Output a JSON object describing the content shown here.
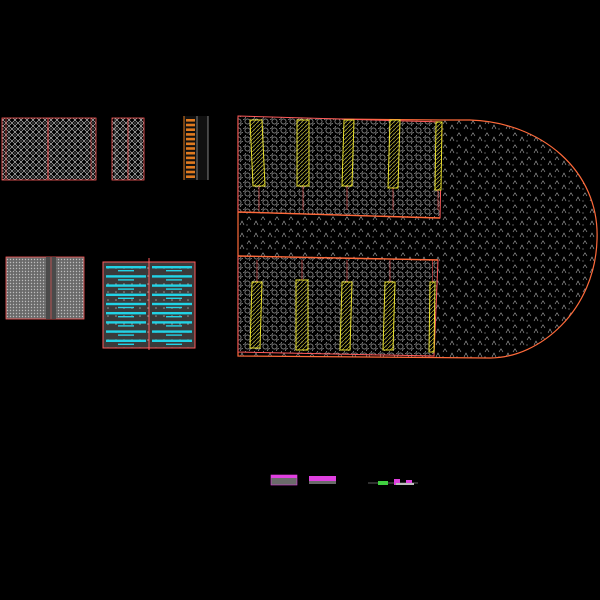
{
  "canvas": {
    "background": "#000000"
  },
  "colors": {
    "outline_red": "#ff5a5a",
    "outline_orange": "#ff6a3a",
    "hatch_white": "#d8d8d8",
    "hatch_gray": "#9a9a9a",
    "cyan": "#22d3e6",
    "yellow": "#e8e030",
    "orange": "#e07a20",
    "magenta": "#e040e0",
    "green": "#40d040"
  },
  "panels": [
    {
      "name": "detail-panel-dense-hatch",
      "pattern": "dense"
    },
    {
      "name": "detail-panel-narrow-hatch",
      "pattern": "dense"
    },
    {
      "name": "detail-panel-orange-blocks",
      "pattern": "blocks"
    },
    {
      "name": "detail-panel-gray-hatch",
      "pattern": "gray"
    },
    {
      "name": "detail-panel-cyan-stripes",
      "pattern": "cyan"
    }
  ],
  "site_plan": {
    "description_icon": "parking-plan",
    "upper_bay_count": 5,
    "lower_bay_count": 5
  },
  "legend": {
    "swatches": [
      "gray-magenta-swatch",
      "magenta-swatch"
    ],
    "scale_bar_icon": "scale-bar-icon"
  }
}
